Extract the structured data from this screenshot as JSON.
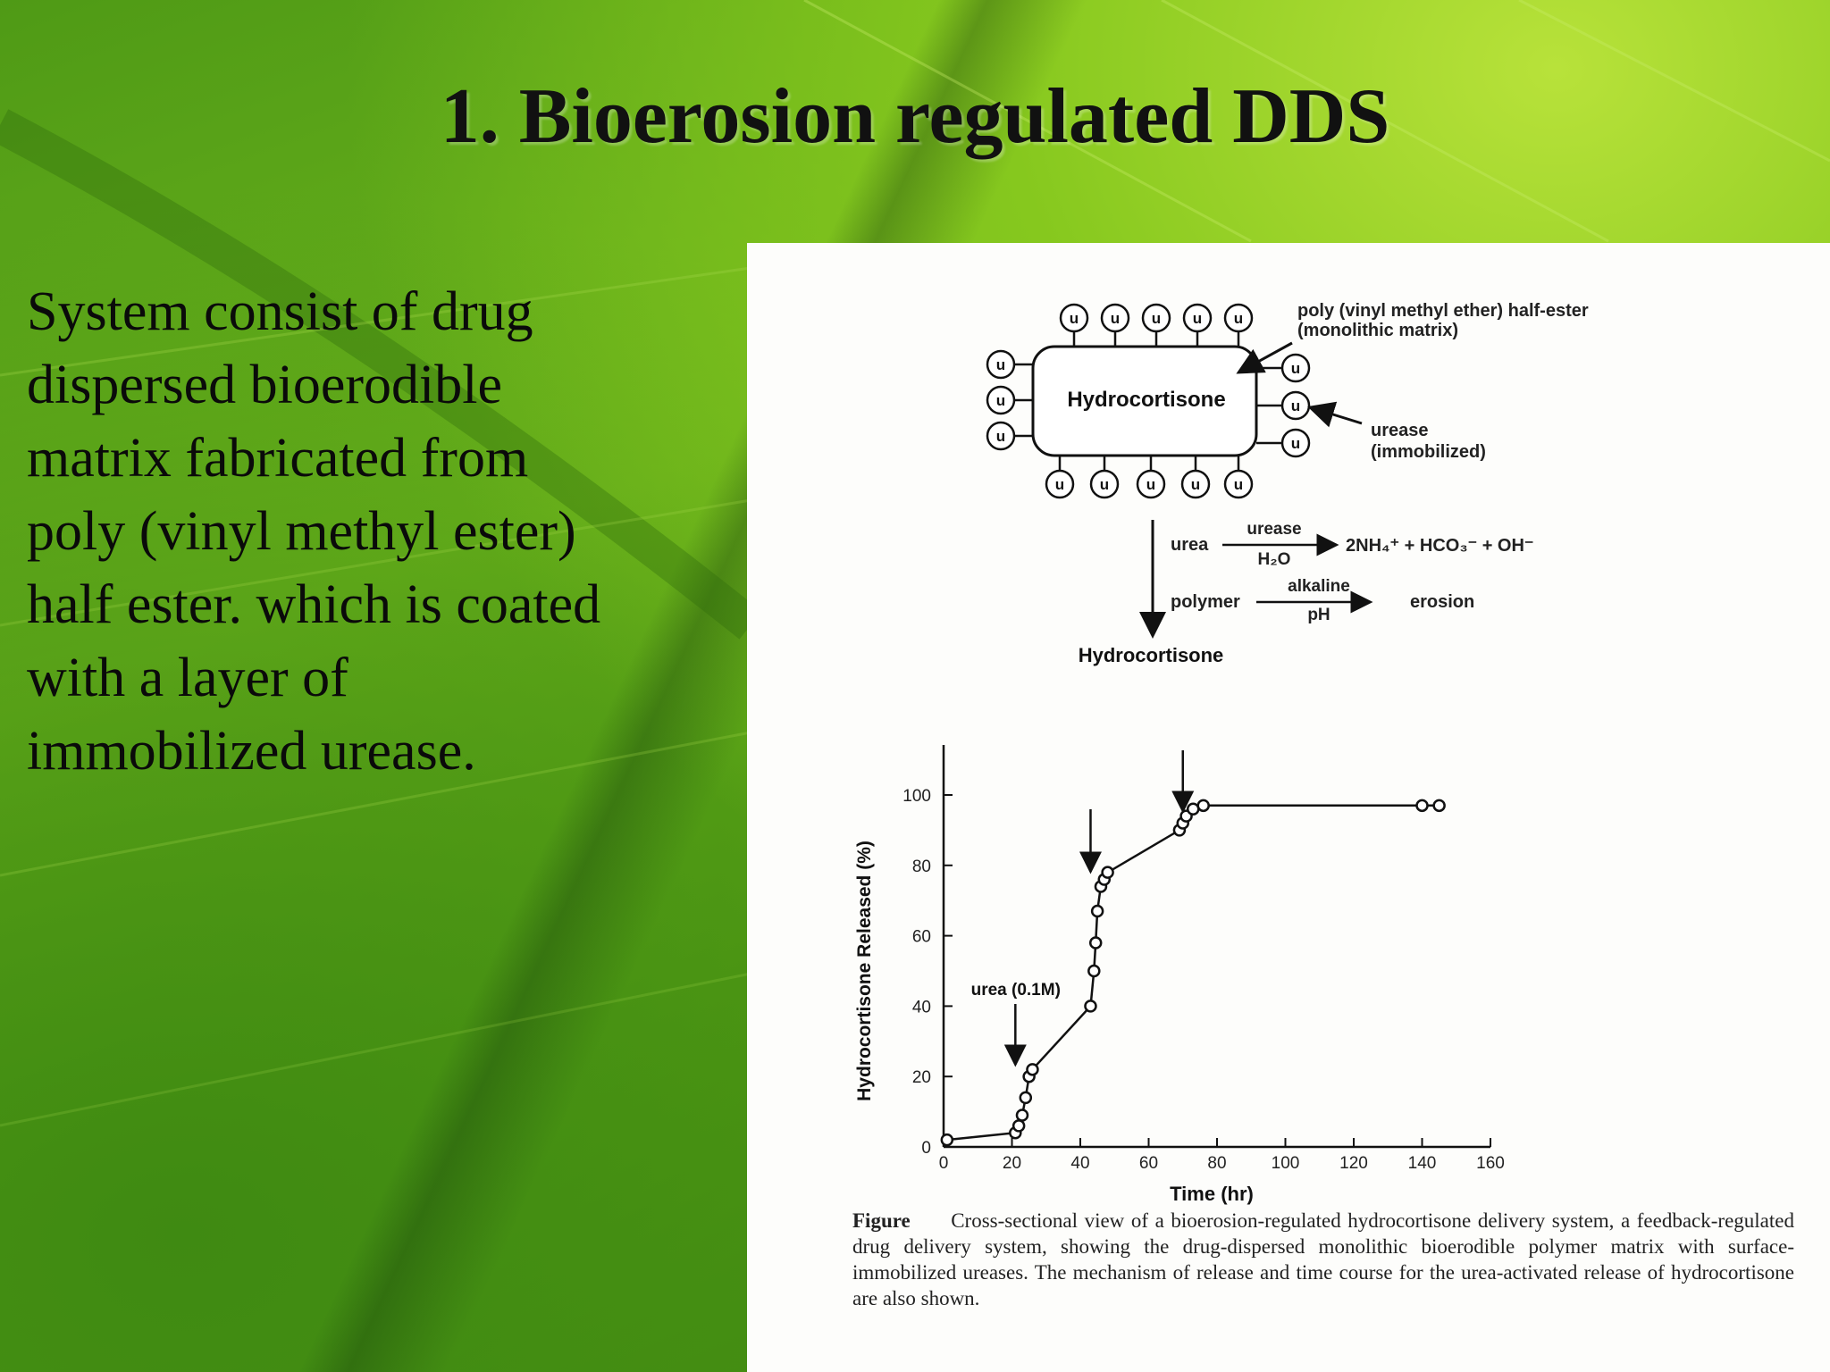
{
  "slide": {
    "title": "1. Bioerosion regulated DDS",
    "body": "System consist of drug\ndispersed bioerodible\nmatrix fabricated from\npoly (vinyl methyl ester)\nhalf ester. which is coated\nwith a layer of\nimmobilized urease."
  },
  "diagram": {
    "matrix_label": "poly (vinyl methyl ether) half-ester",
    "matrix_sub": "(monolithic matrix)",
    "core_label": "Hydrocortisone",
    "urease_label": "urease",
    "urease_sub": "(immobilized)",
    "u": "u",
    "reaction1_left": "urea",
    "reaction1_over": "urease",
    "reaction1_under": "H₂O",
    "reaction1_right": "2NH₄⁺ + HCO₃⁻ + OH⁻",
    "reaction2_left": "polymer",
    "reaction2_over": "alkaline",
    "reaction2_under": "pH",
    "reaction2_right": "erosion",
    "product": "Hydrocortisone"
  },
  "chart_data": {
    "type": "line",
    "xlabel": "Time (hr)",
    "ylabel": "Hydrocortisone Released (%)",
    "xlim": [
      0,
      160
    ],
    "ylim": [
      0,
      100
    ],
    "xticks": [
      0,
      20,
      40,
      60,
      80,
      100,
      120,
      140,
      160
    ],
    "yticks": [
      0,
      20,
      40,
      60,
      80,
      100
    ],
    "annotation": "urea (0.1M)",
    "arrows_at_x": [
      21,
      43,
      70
    ],
    "series": [
      {
        "points": [
          [
            1,
            2
          ],
          [
            21,
            4
          ],
          [
            22,
            6
          ],
          [
            23,
            9
          ],
          [
            24,
            14
          ],
          [
            25,
            20
          ],
          [
            26,
            22
          ],
          [
            43,
            40
          ],
          [
            44,
            50
          ],
          [
            44.5,
            58
          ],
          [
            45,
            67
          ],
          [
            46,
            74
          ],
          [
            47,
            76
          ],
          [
            48,
            78
          ],
          [
            69,
            90
          ],
          [
            70,
            92
          ],
          [
            71,
            94
          ],
          [
            73,
            96
          ],
          [
            76,
            97
          ],
          [
            140,
            97
          ],
          [
            145,
            97
          ]
        ]
      }
    ]
  },
  "figure_caption": {
    "lead": "Figure",
    "text": "Cross-sectional view of a bioerosion-regulated hydrocortisone delivery system, a feedback-regulated drug delivery system, showing the drug-dispersed monolithic bioerodible polymer matrix with surface-immobilized ureases. The mechanism of release and time course for the urea-activated release of hydrocortisone are also shown."
  }
}
